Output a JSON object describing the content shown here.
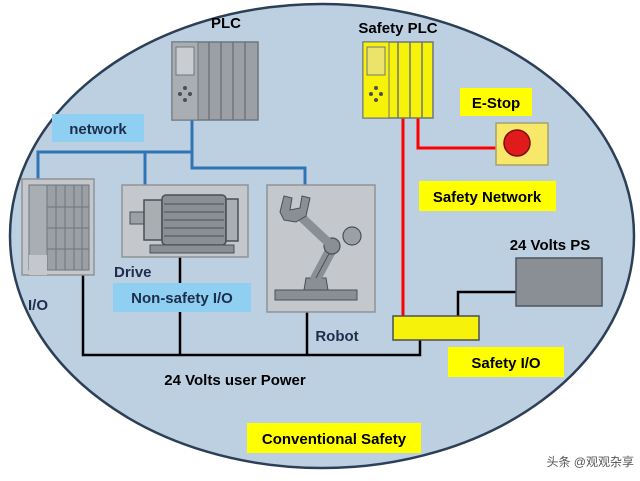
{
  "labels": {
    "plc": "PLC",
    "safety_plc": "Safety PLC",
    "network": "network",
    "estop": "E-Stop",
    "safety_network": "Safety Network",
    "ps": "24 Volts PS",
    "drive": "Drive",
    "io": "I/O",
    "non_safety_io": "Non-safety I/O",
    "robot": "Robot",
    "safety_io": "Safety I/O",
    "user_power": "24 Volts user Power",
    "conventional_safety": "Conventional Safety"
  },
  "watermark": "头条 @观观杂享",
  "colors": {
    "ellipse_fill": "#bdd0e2",
    "ellipse_stroke": "#2d3f57",
    "plc_gray": "#9aa0a6",
    "safety_yellow": "#f7f20a",
    "label_blue": "#8fd0f2",
    "label_yellow": "#ffff00",
    "network_blue": "#2e75b6",
    "safety_red": "#ff0000",
    "estop_red": "#e11b1b",
    "power_black": "#000000"
  }
}
